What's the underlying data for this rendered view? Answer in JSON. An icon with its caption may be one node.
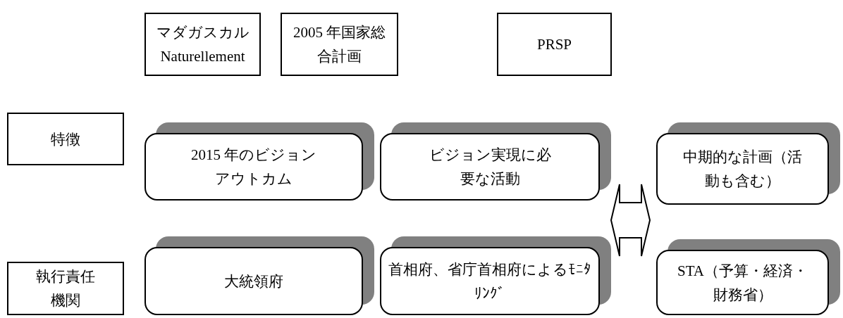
{
  "diagram": {
    "nodes": [
      {
        "text": [
          "マダガスカル Naturellement"
        ]
      },
      {
        "text": [
          "2005 年国家総合計画"
        ]
      },
      {
        "text": [
          "PRSP"
        ]
      },
      {
        "text": [
          "特徴"
        ]
      },
      {
        "text": [
          "2015 年のビジョンアウトカム"
        ]
      },
      {
        "text": [
          "ビジョン実現に必要な活動"
        ]
      },
      {
        "text": [
          "中期的な計画（活動も含む）"
        ]
      },
      {
        "text": [
          "執行責任機関"
        ]
      },
      {
        "text": [
          "大統領府"
        ]
      },
      {
        "text": [
          "首相府、省庁首相府によるﾓﾆﾀﾘﾝｸﾞ"
        ]
      },
      {
        "text": [
          "STA（予算・経済・財務省）"
        ]
      }
    ],
    "edges": [
      {
        "from": 5,
        "to": 6,
        "arrow": "both"
      }
    ]
  }
}
